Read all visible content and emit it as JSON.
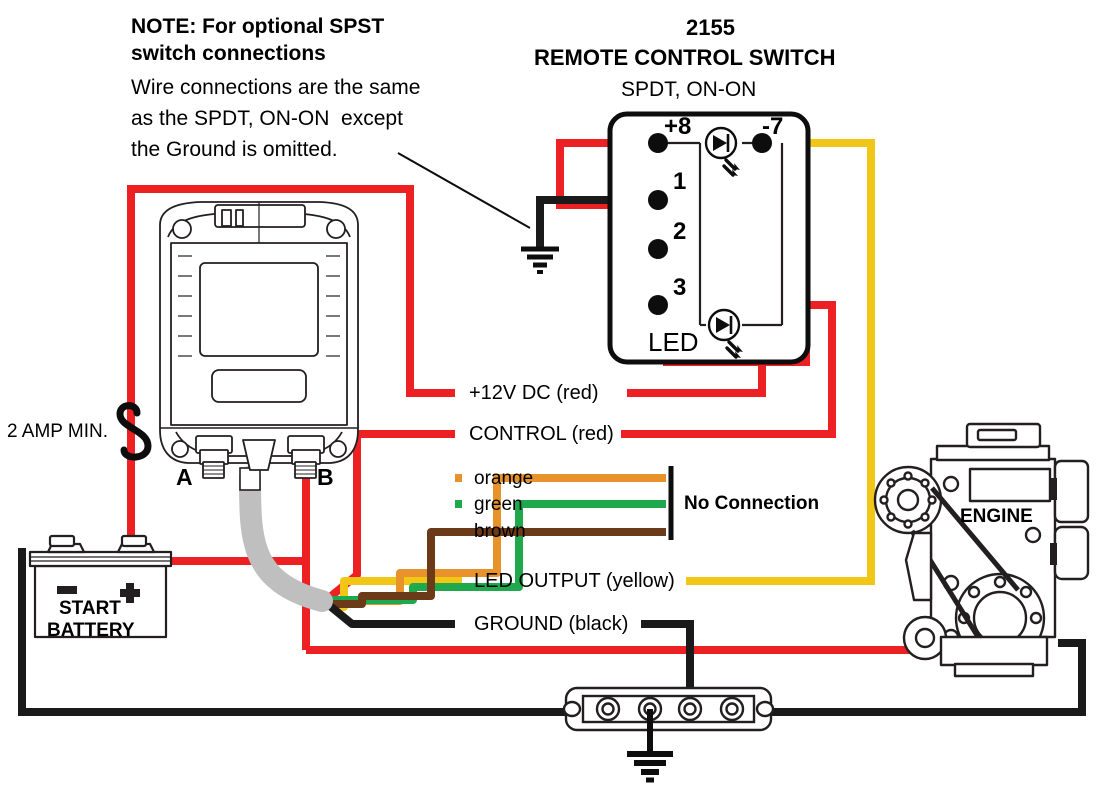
{
  "diagram": {
    "note": {
      "heading_line1": "NOTE: For optional SPST",
      "heading_line2": "switch connections",
      "body_line1": "Wire connections are the same",
      "body_line2": "as the SPDT, ON-ON  except",
      "body_line3": "the Ground is omitted."
    },
    "switch": {
      "model_number": "2155",
      "title": "REMOTE CONTROL SWITCH",
      "subtitle": "SPDT, ON-ON",
      "led_label": "LED",
      "terminals": [
        {
          "id": "plus8",
          "label": "+8"
        },
        {
          "id": "t1",
          "label": "1"
        },
        {
          "id": "t2",
          "label": "2"
        },
        {
          "id": "t3",
          "label": "3"
        },
        {
          "id": "minus7",
          "label": "-7"
        }
      ]
    },
    "wire_labels": [
      {
        "id": "plus12v",
        "label": "+12V DC (red)",
        "color": "#ED2024"
      },
      {
        "id": "control",
        "label": "CONTROL (red)",
        "color": "#ED2024"
      },
      {
        "id": "orange",
        "label": "orange",
        "color": "#E8922B"
      },
      {
        "id": "green",
        "label": "green",
        "color": "#1FA94C"
      },
      {
        "id": "brown",
        "label": "brown",
        "color": "#6B3A18"
      },
      {
        "id": "led_output",
        "label": "LED OUTPUT (yellow)",
        "color": "#F2C617"
      },
      {
        "id": "ground",
        "label": "GROUND (black)",
        "color": "#1A1A1A"
      }
    ],
    "no_connection_label": "No Connection",
    "fuse_label": "2 AMP MIN.",
    "battery": {
      "line1": "START",
      "line2": "BATTERY",
      "negative_symbol": "−",
      "positive_symbol": "+"
    },
    "engine_label": "ENGINE",
    "relay_terminals": [
      {
        "id": "A",
        "label": "A"
      },
      {
        "id": "B",
        "label": "B"
      }
    ],
    "colors": {
      "red": "#ED2024",
      "yellow": "#F2C617",
      "orange": "#E8922B",
      "green": "#1FA94C",
      "brown": "#6B3A18",
      "black": "#1A1A1A",
      "gray_sheath": "#BFBFBF",
      "outline": "#231F20"
    }
  }
}
